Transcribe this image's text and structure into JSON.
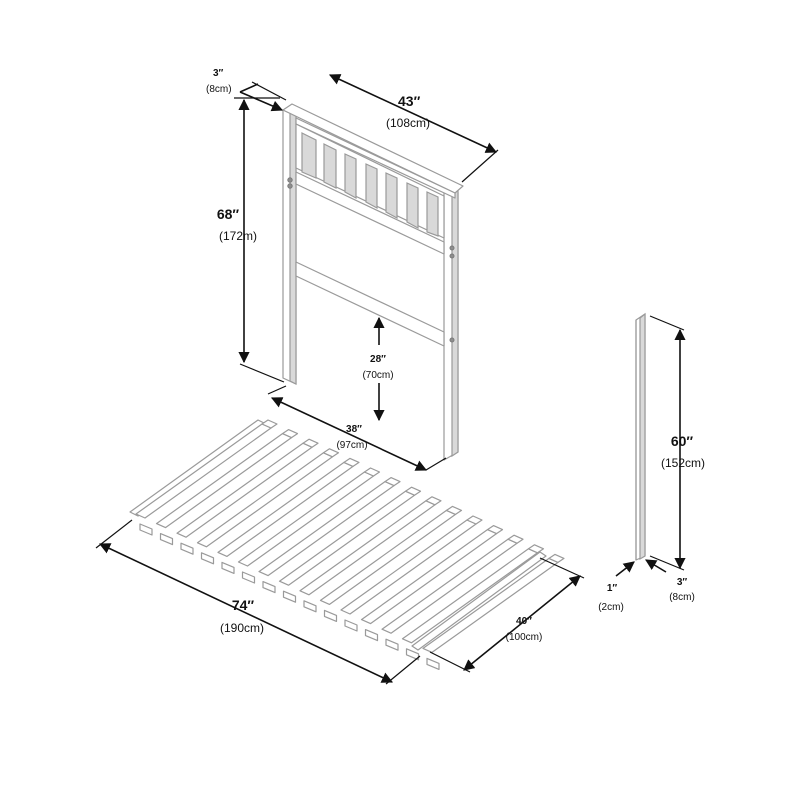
{
  "headboard": {
    "width": {
      "inch": "43″",
      "cm": "(108cm)"
    },
    "height": {
      "inch": "68″",
      "cm": "(172m)"
    },
    "depth": {
      "inch": "3″",
      "cm": "(8cm)"
    },
    "clearance": {
      "inch": "28″",
      "cm": "(70cm)"
    },
    "leg_span": {
      "inch": "38″",
      "cm": "(97cm)"
    }
  },
  "slats": {
    "length": {
      "inch": "74″",
      "cm": "(190cm)"
    },
    "width": {
      "inch": "40″",
      "cm": "(100cm)"
    }
  },
  "rail": {
    "length": {
      "inch": "60″",
      "cm": "(152cm)"
    },
    "thickness": {
      "inch": "1″",
      "cm": "(2cm)"
    },
    "depth": {
      "inch": "3″",
      "cm": "(8cm)"
    }
  }
}
